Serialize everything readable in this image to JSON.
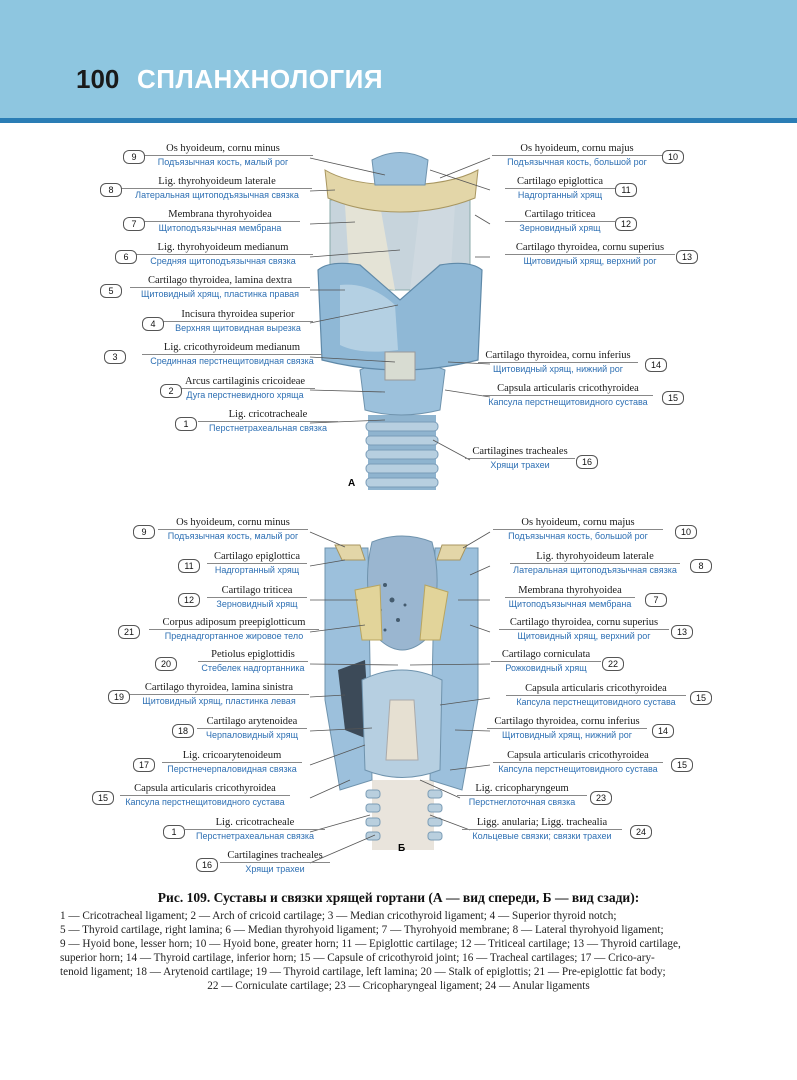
{
  "header": {
    "page_number": "100",
    "chapter": "СПЛАНХНОЛОГИЯ"
  },
  "colors": {
    "header_band": "#8ec6e0",
    "header_rule": "#2a7db5",
    "russian_text": "#2d6fb3"
  },
  "figure_a": {
    "letter": "А",
    "left": [
      {
        "n": "9",
        "la": "Os hyoideum, cornu minus",
        "ru": "Подъязычная кость, малый рог"
      },
      {
        "n": "8",
        "la": "Lig. thyrohyoideum laterale",
        "ru": "Латеральная щитоподъязычная связка"
      },
      {
        "n": "7",
        "la": "Membrana thyrohyoidea",
        "ru": "Щитоподъязычная мембрана"
      },
      {
        "n": "6",
        "la": "Lig. thyrohyoideum medianum",
        "ru": "Средняя щитоподъязычная связка"
      },
      {
        "n": "5",
        "la": "Cartilago thyroidea, lamina dextra",
        "ru": "Щитовидный хрящ, пластинка правая"
      },
      {
        "n": "4",
        "la": "Incisura thyroidea superior",
        "ru": "Верхняя щитовидная вырезка"
      },
      {
        "n": "3",
        "la": "Lig. cricothyroideum medianum",
        "ru": "Срединная перстнещитовидная связка"
      },
      {
        "n": "2",
        "la": "Arcus cartilaginis cricoideae",
        "ru": "Дуга перстневидного хряща"
      },
      {
        "n": "1",
        "la": "Lig. cricotracheale",
        "ru": "Перстнетрахеальная связка"
      }
    ],
    "right": [
      {
        "n": "10",
        "la": "Os hyoideum, cornu majus",
        "ru": "Подъязычная кость, большой рог"
      },
      {
        "n": "11",
        "la": "Cartilago epiglottica",
        "ru": "Надгортанный хрящ"
      },
      {
        "n": "12",
        "la": "Cartilago triticea",
        "ru": "Зерновидный хрящ"
      },
      {
        "n": "13",
        "la": "Cartilago thyroidea, cornu superius",
        "ru": "Щитовидный хрящ, верхний рог"
      },
      {
        "n": "14",
        "la": "Cartilago thyroidea, cornu inferius",
        "ru": "Щитовидный хрящ, нижний рог"
      },
      {
        "n": "15",
        "la": "Capsula articularis cricothyroidea",
        "ru": "Капсула перстнещитовидного сустава"
      },
      {
        "n": "16",
        "la": "Cartilagines tracheales",
        "ru": "Хрящи трахеи"
      }
    ]
  },
  "figure_b": {
    "letter": "Б",
    "left": [
      {
        "n": "9",
        "la": "Os hyoideum, cornu minus",
        "ru": "Подъязычная кость, малый рог"
      },
      {
        "n": "11",
        "la": "Cartilago epiglottica",
        "ru": "Надгортанный хрящ"
      },
      {
        "n": "12",
        "la": "Cartilago triticea",
        "ru": "Зерновидный хрящ"
      },
      {
        "n": "21",
        "la": "Corpus adiposum preepiglotticum",
        "ru": "Преднадгортанное жировое тело"
      },
      {
        "n": "20",
        "la": "Petiolus epiglottidis",
        "ru": "Стебелек надгортанника"
      },
      {
        "n": "19",
        "la": "Cartilago thyroidea, lamina sinistra",
        "ru": "Щитовидный хрящ, пластинка левая"
      },
      {
        "n": "18",
        "la": "Cartilago arytenoidea",
        "ru": "Черпаловидный хрящ"
      },
      {
        "n": "17",
        "la": "Lig. cricoarytenoideum",
        "ru": "Перстнечерпаловидная связка"
      },
      {
        "n": "15",
        "la": "Capsula articularis cricothyroidea",
        "ru": "Капсула перстнещитовидного сустава"
      },
      {
        "n": "1",
        "la": "Lig. cricotracheale",
        "ru": "Перстнетрахеальная связка"
      },
      {
        "n": "16",
        "la": "Cartilagines tracheales",
        "ru": "Хрящи трахеи"
      }
    ],
    "right": [
      {
        "n": "10",
        "la": "Os hyoideum, cornu majus",
        "ru": "Подъязычная кость, большой рог"
      },
      {
        "n": "8",
        "la": "Lig. thyrohyoideum laterale",
        "ru": "Латеральная щитоподъязычная связка"
      },
      {
        "n": "7",
        "la": "Membrana thyrohyoidea",
        "ru": "Щитоподъязычная мембрана"
      },
      {
        "n": "13",
        "la": "Cartilago thyroidea, cornu superius",
        "ru": "Щитовидный хрящ, верхний рог"
      },
      {
        "n": "22",
        "la": "Cartilago corniculata",
        "ru": "Рожковидный хрящ"
      },
      {
        "n": "15",
        "la": "Capsula articularis cricothyroidea",
        "ru": "Капсула перстнещитовидного сустава"
      },
      {
        "n": "14",
        "la": "Cartilago thyroidea, cornu inferius",
        "ru": "Щитовидный хрящ, нижний рог"
      },
      {
        "n": "15",
        "la": "Capsula articularis cricothyroidea",
        "ru": "Капсула перстнещитовидного сустава"
      },
      {
        "n": "23",
        "la": "Lig. cricopharyngeum",
        "ru": "Перстнеглоточная связка"
      },
      {
        "n": "24",
        "la": "Ligg. anularia; Ligg. trachealia",
        "ru": "Кольцевые связки; связки трахеи"
      }
    ]
  },
  "caption": {
    "title": "Рис. 109. Суставы и связки хрящей гортани (А — вид спереди, Б — вид сзади):",
    "lines": [
      "1 — Cricotracheal ligament; 2 — Arch of cricoid cartilage; 3 — Median cricothyroid ligament; 4 — Superior thyroid notch;",
      "5 — Thyroid cartilage, right lamina; 6 — Median thyrohyoid ligament; 7 — Thyrohyoid membrane; 8 — Lateral thyrohyoid ligament;",
      "9 — Hyoid bone, lesser horn; 10 — Hyoid bone, greater horn; 11 — Epiglottic cartilage; 12 — Triticeal cartilage; 13 — Thyroid cartilage,",
      "superior horn; 14 — Thyroid cartilage, inferior horn; 15 — Capsule of cricothyroid joint; 16 — Tracheal cartilages; 17 — Crico-ary-",
      "tenoid ligament; 18 — Arytenoid cartilage; 19 — Thyroid cartilage, left lamina; 20 — Stalk of epiglottis; 21 — Pre-epiglottic fat body;",
      "22 — Corniculate cartilage; 23 — Cricopharyngeal ligament; 24 — Anular ligaments"
    ]
  }
}
